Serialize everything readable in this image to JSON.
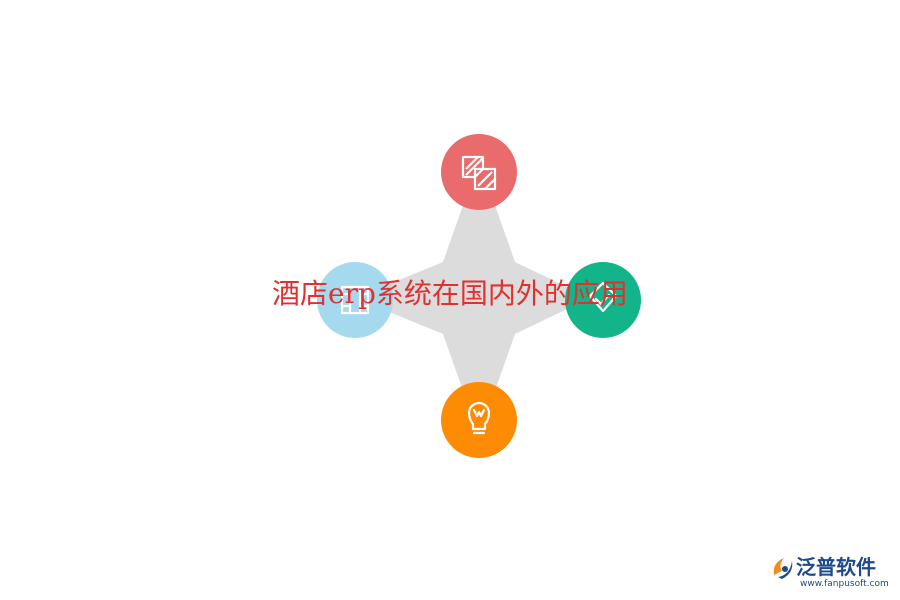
{
  "title": "酒店erp系统在国内外的应用",
  "nodes": [
    {
      "name": "top",
      "icon": "layers-icon",
      "color": "#ea6b6b"
    },
    {
      "name": "right",
      "icon": "check-tag-icon",
      "color": "#13b489"
    },
    {
      "name": "bottom",
      "icon": "lightbulb-icon",
      "color": "#fd8c04"
    },
    {
      "name": "left",
      "icon": "film-strip-icon",
      "color": "#a5d9ee"
    }
  ],
  "colors": {
    "title": "#e0312f",
    "star": "#dcdcdc",
    "logo_text": "#1e4a8c",
    "logo_url": "#1e4a8c",
    "logo_accent": "#f28b1b"
  },
  "logo": {
    "name": "泛普软件",
    "url": "www.fanpusoft.com"
  }
}
